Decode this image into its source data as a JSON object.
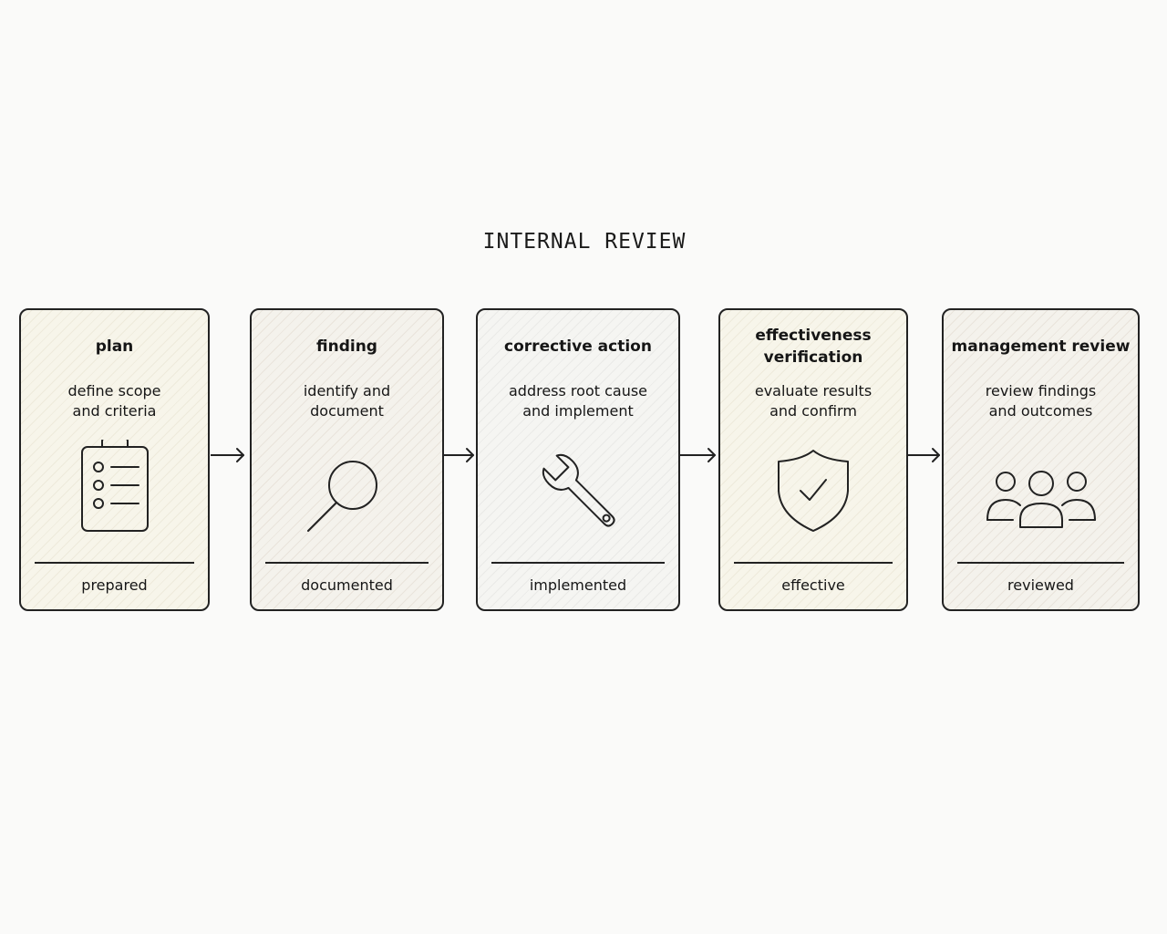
{
  "title": "INTERNAL REVIEW",
  "steps": [
    {
      "title": "plan",
      "description": "define scope\nand criteria",
      "icon": "clipboard-checklist-icon",
      "status": "prepared"
    },
    {
      "title": "finding",
      "description": "identify and\ndocument",
      "icon": "magnifying-glass-icon",
      "status": "documented"
    },
    {
      "title": "corrective action",
      "description": "address root cause\nand implement",
      "icon": "wrench-icon",
      "status": "implemented"
    },
    {
      "title": "effectiveness\nverification",
      "description": "evaluate results\nand confirm",
      "icon": "shield-check-icon",
      "status": "effective"
    },
    {
      "title": "management review",
      "description": "review findings\nand outcomes",
      "icon": "group-people-icon",
      "status": "reviewed"
    }
  ],
  "colors": {
    "stroke": "#222222",
    "background": "#fafaf9"
  }
}
